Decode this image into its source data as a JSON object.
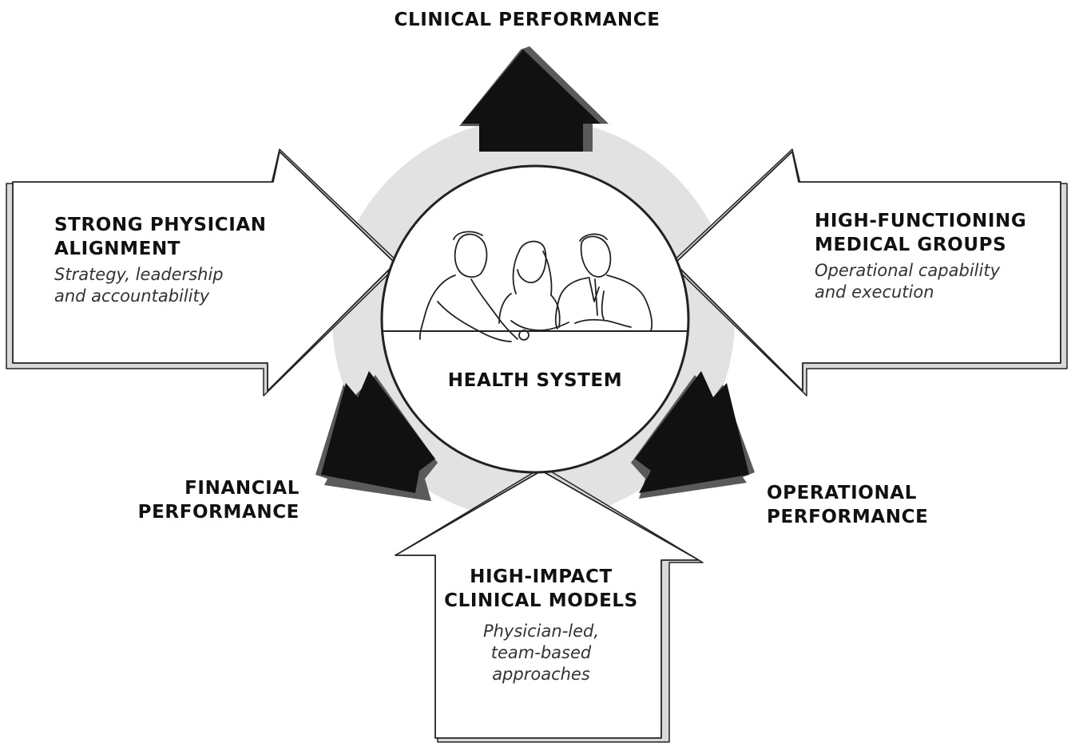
{
  "outcomes": {
    "clinical": "CLINICAL PERFORMANCE",
    "financial_line1": "FINANCIAL",
    "financial_line2": "PERFORMANCE",
    "operational_line1": "OPERATIONAL",
    "operational_line2": "PERFORMANCE"
  },
  "center": {
    "title": "HEALTH SYSTEM",
    "illustration": "team-of-three-people-line-drawing"
  },
  "pillars": {
    "physician_alignment": {
      "title_line1": "STRONG PHYSICIAN",
      "title_line2": "ALIGNMENT",
      "desc_line1": "Strategy, leadership",
      "desc_line2": "and accountability"
    },
    "medical_groups": {
      "title_line1": "HIGH-FUNCTIONING",
      "title_line2": "MEDICAL GROUPS",
      "desc_line1": "Operational capability",
      "desc_line2": "and execution"
    },
    "clinical_models": {
      "title_line1": "HIGH-IMPACT",
      "title_line2": "CLINICAL MODELS",
      "desc_line1": "Physician-led,",
      "desc_line2": "team-based",
      "desc_line3": "approaches"
    }
  },
  "colors": {
    "outcome_arrow": "#111111",
    "input_arrow_fill": "#ffffff",
    "input_arrow_edge": "#d9d9d9",
    "ring": "#e2e2e2",
    "stroke": "#222222"
  }
}
